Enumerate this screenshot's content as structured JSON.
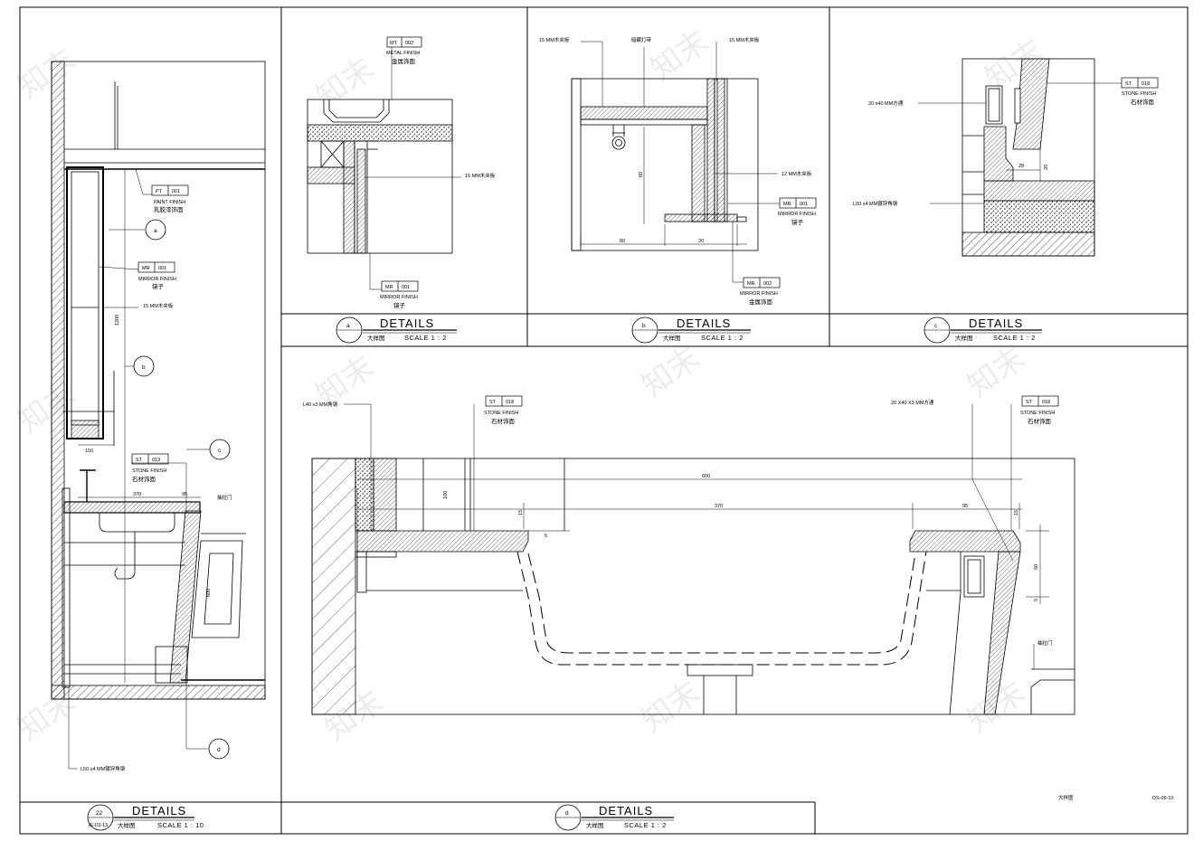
{
  "sheet": {
    "sheet_title": "大样图",
    "sheet_code": "DS-06-10"
  },
  "watermark": "知末",
  "panels": {
    "d22": {
      "ref_number": "22",
      "ref_sheet": "IE-03-13",
      "title": "DETAILS",
      "subtitle": "大样图",
      "scale": "SCALE 1 : 10",
      "tags": [
        {
          "code": "PT",
          "num": "001",
          "en": "PAINT FINISH",
          "cn": "乳胶漆饰面"
        },
        {
          "code": "MR",
          "num": "001",
          "en": "MIRROR FINISH",
          "cn": "镜子"
        },
        {
          "code": "ST",
          "num": "013",
          "en": "STONE FINISH",
          "cn": "石材饰面"
        }
      ],
      "callouts": [
        "a",
        "b",
        "c",
        "d"
      ],
      "notes": [
        "15 MM木夹板",
        "L50 x4 MM镀锌角钢",
        "抽拉门"
      ],
      "dims": [
        "1200",
        "150",
        "370",
        "95",
        "600"
      ]
    },
    "da": {
      "ref": "a",
      "title": "DETAILS",
      "subtitle": "大样图",
      "scale": "SCALE 1 : 2",
      "tags": [
        {
          "code": "MT",
          "num": "002",
          "en": "METAL FINISH",
          "cn": "金属饰面"
        },
        {
          "code": "MR",
          "num": "001",
          "en": "MIRROR FINISH",
          "cn": "镜子"
        }
      ],
      "notes": [
        "15 MM木夹板"
      ]
    },
    "db": {
      "ref": "b",
      "title": "DETAILS",
      "subtitle": "大样图",
      "scale": "SCALE 1 : 2",
      "tags": [
        {
          "code": "MR",
          "num": "001",
          "en": "MIRROR FINISH",
          "cn": "镜子"
        },
        {
          "code": "MR",
          "num": "002",
          "en": "MIRROR FINISH",
          "cn": "金属饰面"
        }
      ],
      "notes": [
        "15 MM木夹板",
        "暗藏灯带",
        "15 MM木夹板",
        "12 MM木夹板"
      ],
      "dims": [
        "60",
        "80",
        "20"
      ]
    },
    "dc": {
      "ref": "c",
      "title": "DETAILS",
      "subtitle": "大样图",
      "scale": "SCALE 1 : 2",
      "tags": [
        {
          "code": "ST",
          "num": "018",
          "en": "STONE FINISH",
          "cn": "石材饰面"
        }
      ],
      "notes": [
        "20 x40 MM方通",
        "L50 x4 MM镀锌角钢"
      ],
      "dims": [
        "28",
        "20"
      ]
    },
    "dd": {
      "ref": "d",
      "title": "DETAILS",
      "subtitle": "大样图",
      "scale": "SCALE 1 : 2",
      "tags": [
        {
          "code": "ST",
          "num": "018",
          "en": "STONE FINISH",
          "cn": "石材饰面"
        },
        {
          "code": "ST",
          "num": "018",
          "en": "STONE FINISH",
          "cn": "石材饰面"
        }
      ],
      "notes": [
        "L40 x3 MM角钢",
        "20 X40 X3 MM方通",
        "抽拉门"
      ],
      "dims": [
        "600",
        "100",
        "370",
        "15",
        "95",
        "15",
        "50",
        "5",
        "5"
      ]
    }
  }
}
